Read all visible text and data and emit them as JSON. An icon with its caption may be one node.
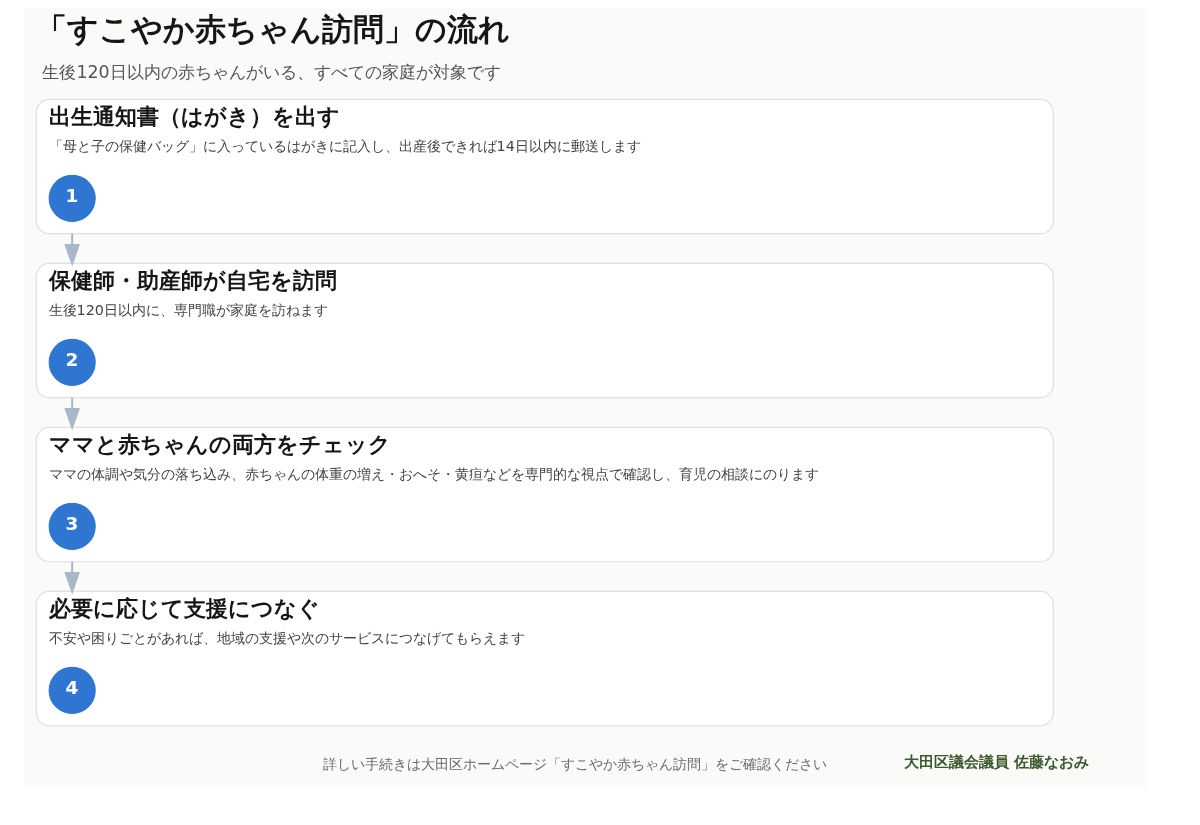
{
  "diagram": {
    "title": "「すこやか赤ちゃん訪問」の流れ",
    "nodes": [
      {
        "text": [
          "出生通知書（はがき）を出す",
          "「母と子の保健バッグ」に入っているはがきに記入し、出産後できれば14日以内に郵送します"
        ]
      },
      {
        "text": [
          "1"
        ],
        "in": 0
      },
      {
        "text": [
          "保健師・助産師が自宅を訪問",
          "生後120日以内に、専門職が家庭を訪ねます"
        ]
      },
      {
        "text": [
          "2"
        ],
        "in": 2
      },
      {
        "text": [
          "ママと赤ちゃんの両方をチェック",
          "ママの体調や気分の落ち込み、赤ちゃんの体重の増え・おへそ・黄疸などを専門的な視点で確認し、育児の相談にのります"
        ]
      },
      {
        "text": [
          "3"
        ],
        "in": 4
      },
      {
        "text": [
          "必要に応じて支援につなぐ",
          "不安や困りごとがあれば、地域の支援や次のサービスにつなげてもらえます"
        ]
      },
      {
        "text": [
          "4"
        ],
        "in": 6
      }
    ],
    "edges": [
      {
        "from": 0,
        "to": 2,
        "arrow": "to"
      },
      {
        "from": 2,
        "to": 4,
        "arrow": "to"
      },
      {
        "from": 4,
        "to": 6,
        "arrow": "to"
      }
    ],
    "labels": [
      "生後120日以内の赤ちゃんがいる、すべての家庭が対象です",
      "詳しい手続きは大田区ホームページ「すこやか赤ちゃん訪問」をご確認ください",
      "大田区議会議員 佐藤なおみ"
    ]
  }
}
